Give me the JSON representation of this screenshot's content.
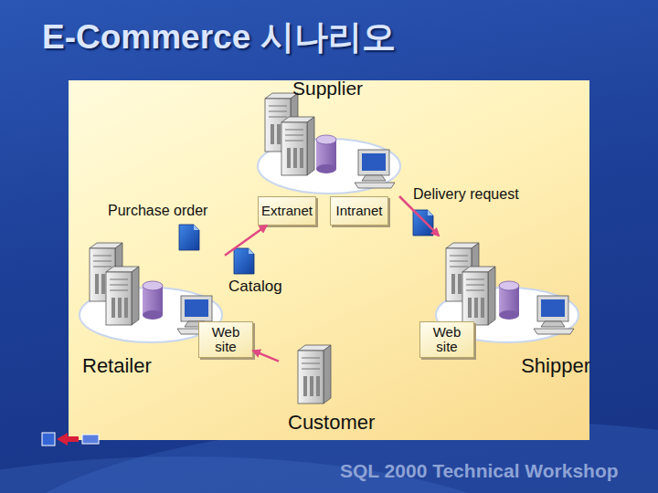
{
  "diagram": {
    "title": "E-Commerce 시나리오",
    "nodes": [
      {
        "text": [
          "Supplier"
        ]
      },
      {
        "text": [
          "Extranet"
        ]
      },
      {
        "text": [
          "Intranet"
        ]
      },
      {
        "text": [
          "Retailer"
        ]
      },
      {
        "text": [
          "Web site"
        ]
      },
      {
        "text": [
          "Web site"
        ]
      },
      {
        "text": [
          "Shipper"
        ]
      },
      {
        "text": [
          "Customer"
        ]
      }
    ],
    "edges": [
      {
        "from": 3,
        "to": 1,
        "label": "Purchase order",
        "arrow": "to"
      },
      {
        "from": 0,
        "to": 6,
        "label": "Delivery request",
        "arrow": "to"
      },
      {
        "from": 7,
        "to": 4,
        "arrow": "to"
      }
    ],
    "labels": [
      "Catalog",
      "SQL 2000 Technical Workshop"
    ]
  }
}
